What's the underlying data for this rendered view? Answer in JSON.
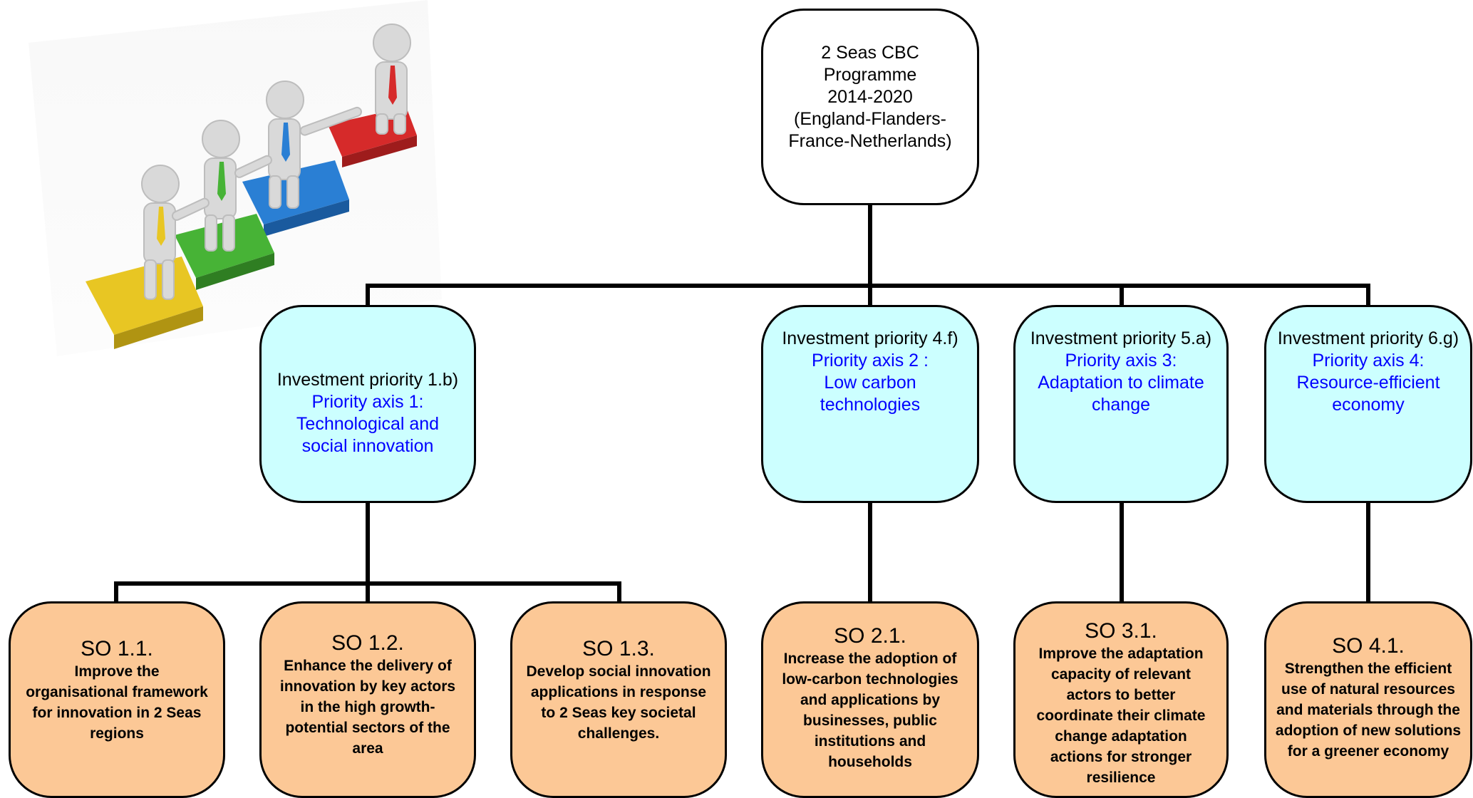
{
  "root": {
    "lines": [
      "2 Seas CBC",
      "Programme",
      "2014-2020",
      "(England-Flanders-",
      "France-Netherlands)"
    ]
  },
  "illustration": {
    "description_icon": "people-on-puzzle-pieces-image",
    "colors": [
      "#e8c623",
      "#47b336",
      "#2a7fd4",
      "#d62a2a"
    ]
  },
  "investment_priorities": [
    {
      "label": "Investment priority 1.b)",
      "axis_lines": [
        "Priority axis 1:",
        "Technological and",
        "social innovation"
      ]
    },
    {
      "label": "Investment priority 4.f)",
      "axis_lines": [
        "Priority axis 2 :",
        "Low carbon",
        "technologies"
      ]
    },
    {
      "label": "Investment priority 5.a)",
      "axis_lines": [
        "Priority axis 3:",
        "Adaptation to climate",
        "change"
      ]
    },
    {
      "label": "Investment priority 6.g)",
      "axis_lines": [
        "Priority axis 4:",
        "Resource-efficient",
        "economy"
      ]
    }
  ],
  "specific_objectives": [
    {
      "title": "SO 1.1.",
      "lines": [
        "Improve the",
        "organisational framework",
        "for innovation in 2 Seas",
        "regions"
      ]
    },
    {
      "title": "SO 1.2.",
      "lines": [
        "Enhance the delivery of",
        "innovation by key actors",
        "in the high growth-",
        "potential sectors of the",
        "area"
      ]
    },
    {
      "title": "SO 1.3.",
      "lines": [
        "Develop social innovation",
        "applications in response",
        "to 2 Seas key societal",
        "challenges."
      ]
    },
    {
      "title": "SO 2.1.",
      "lines": [
        "Increase the adoption of",
        "low-carbon technologies",
        "and applications by",
        "businesses, public",
        "institutions and",
        "households"
      ]
    },
    {
      "title": "SO 3.1.",
      "lines": [
        "Improve the adaptation",
        "capacity of relevant",
        "actors to better",
        "coordinate their climate",
        "change adaptation",
        "actions for stronger",
        "resilience"
      ]
    },
    {
      "title": "SO 4.1.",
      "lines": [
        "Strengthen the efficient",
        "use of natural resources",
        "and materials through the",
        "adoption of new solutions",
        "for a greener economy"
      ]
    }
  ],
  "colors": {
    "root_fill": "#ffffff",
    "priority_fill": "#ccffff",
    "objective_fill": "#fcc896",
    "axis_text": "#0000ff",
    "connector": "#000000"
  }
}
